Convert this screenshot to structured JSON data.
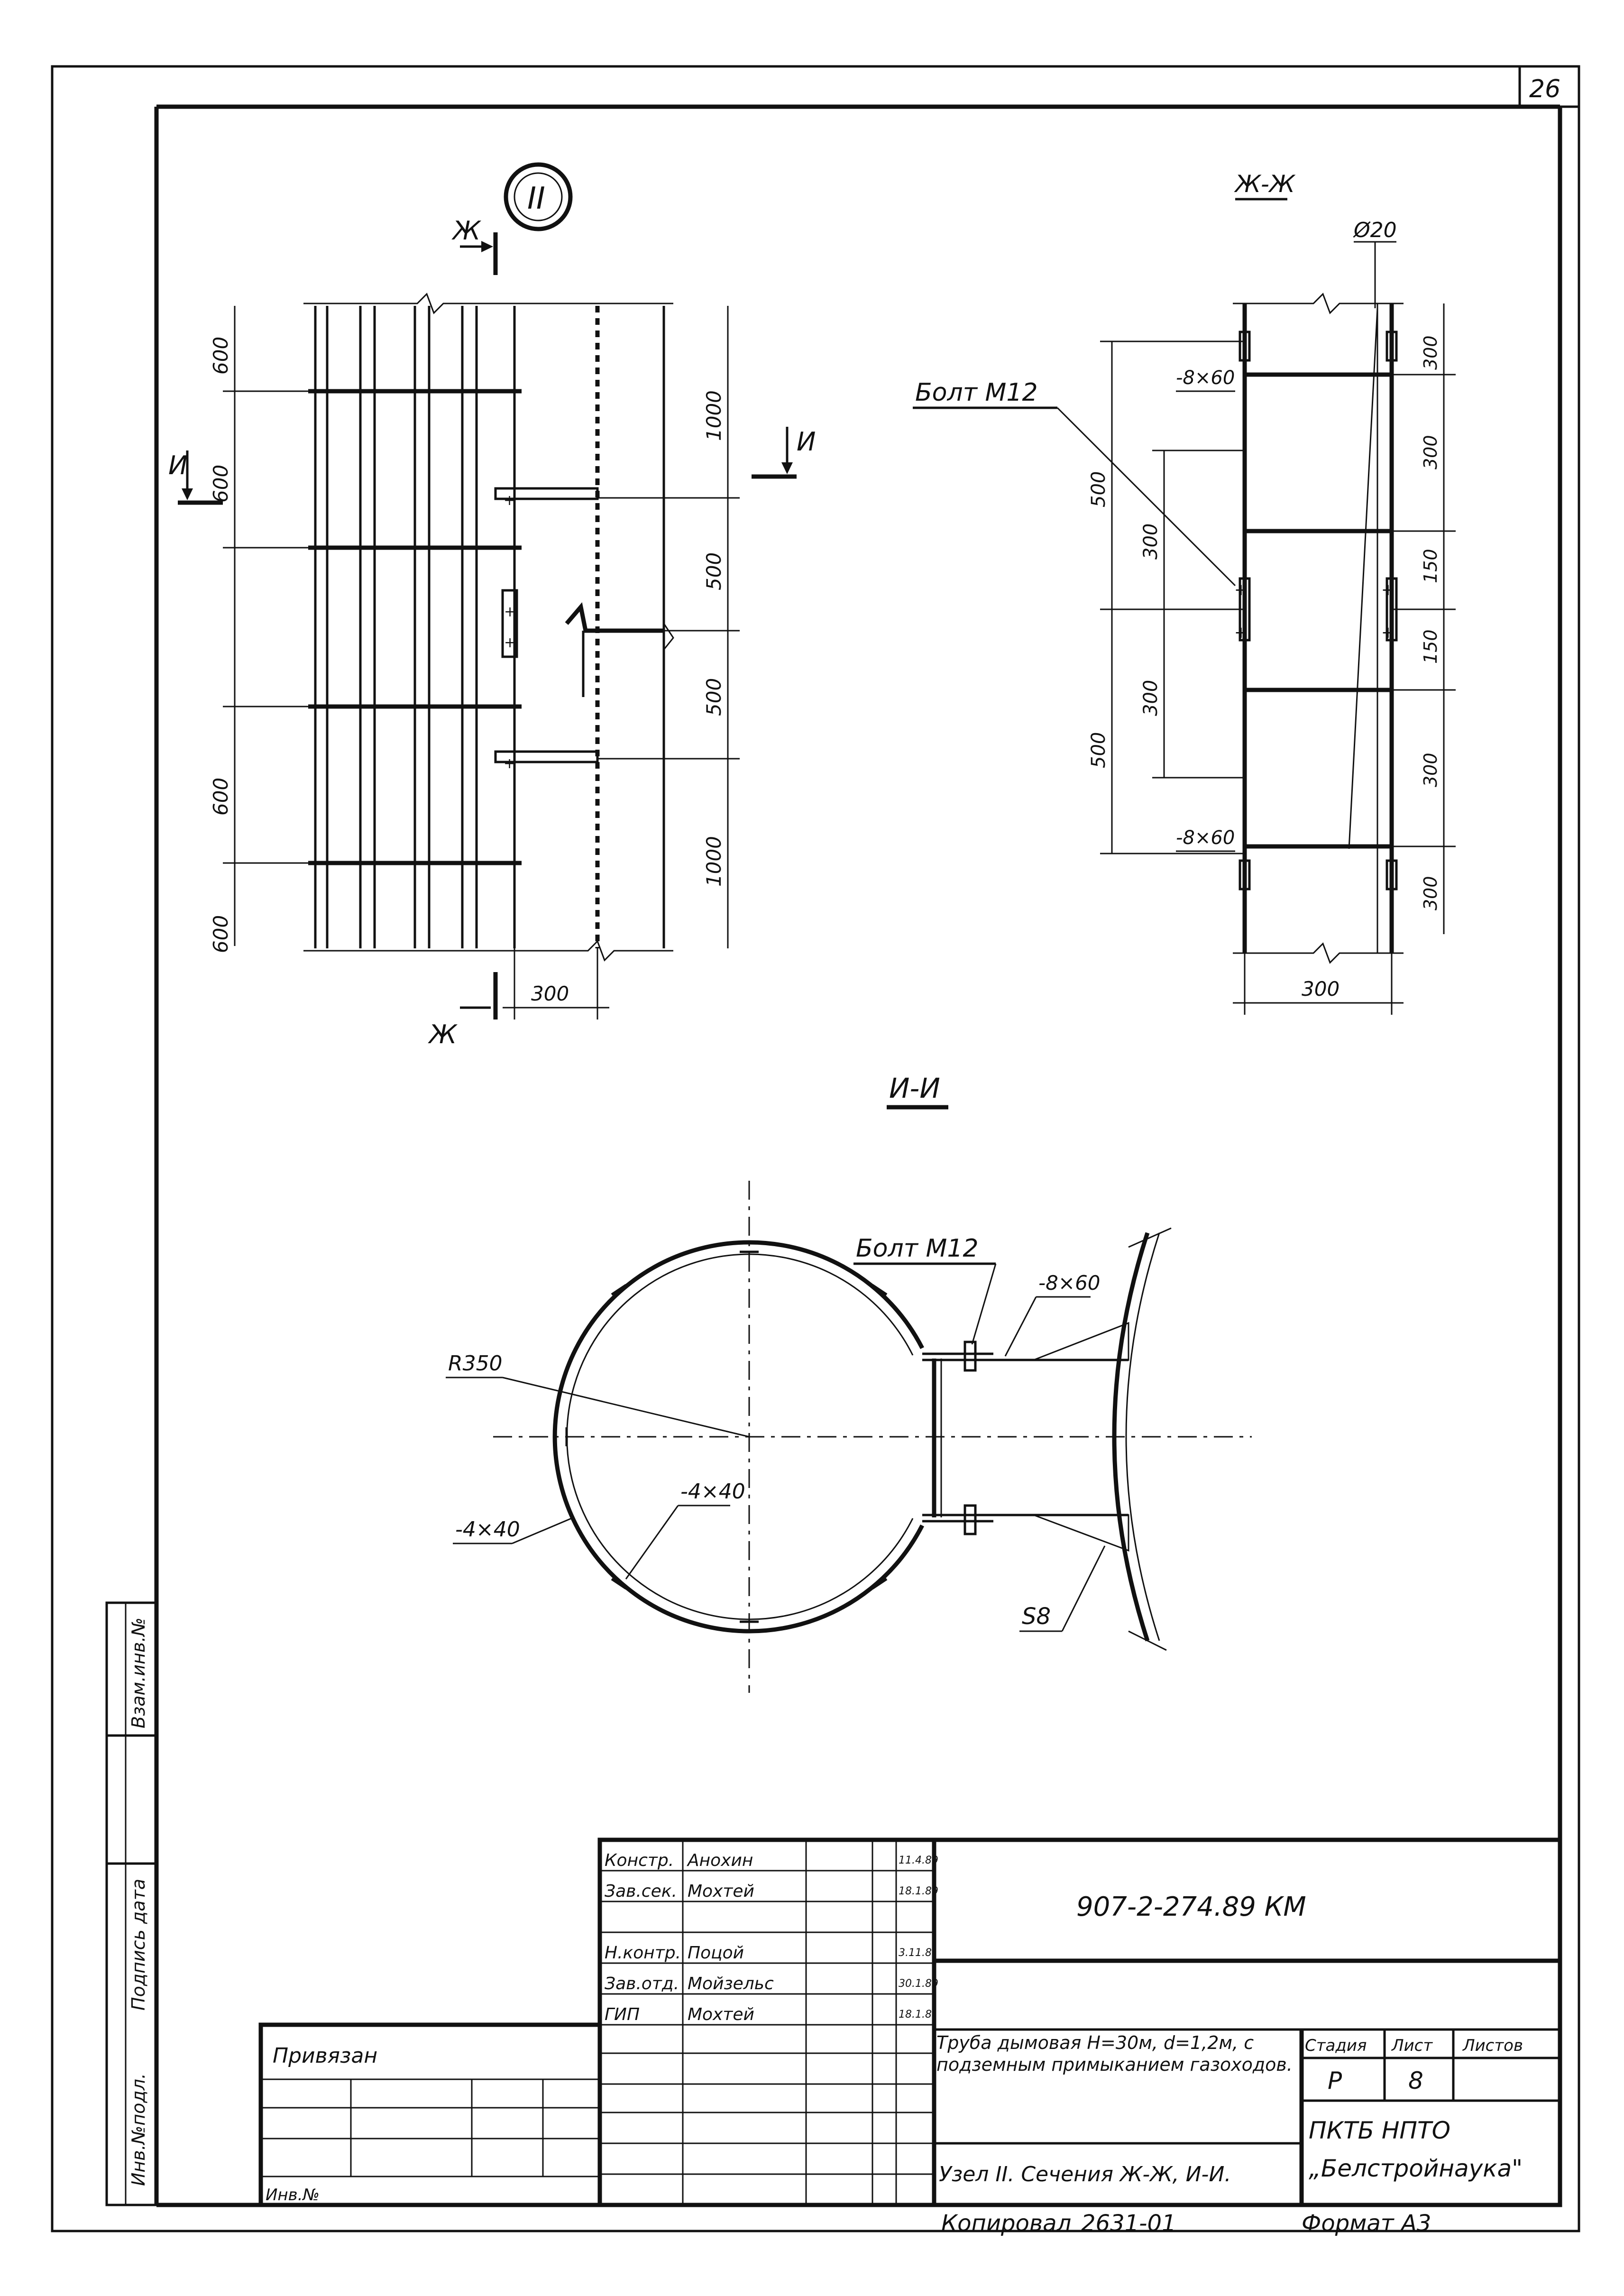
{
  "sheet_number": "26",
  "node_mark": "II",
  "section_marks": {
    "zh": "Ж",
    "i": "И"
  },
  "elevation_dims": {
    "left": [
      "600",
      "600",
      "600",
      "600"
    ],
    "right": [
      "1000",
      "500",
      "500",
      "1000"
    ],
    "bottom": "300"
  },
  "section_zh": {
    "title": "Ж-Ж",
    "diameter": "Ø20",
    "bolt": "Болт М12",
    "plate_top": "-8×60",
    "plate_bottom": "-8×60",
    "dims_left_outer": [
      "500",
      "500"
    ],
    "dims_left_inner": [
      "300",
      "300"
    ],
    "dims_right": [
      "300",
      "300",
      "150",
      "150",
      "300",
      "300"
    ],
    "bottom": "300"
  },
  "section_i": {
    "title": "И-И",
    "bolt": "Болт М12",
    "plate": "-8×60",
    "radius": "R350",
    "strip_outer": "-4×40",
    "strip_inner": "-4×40",
    "weld": "S8"
  },
  "title_block": {
    "code": "907-2-274.89 КМ",
    "roles": [
      "Констр.",
      "Зав.сек.",
      "",
      "Н.контр.",
      "Зав.отд.",
      "ГИП"
    ],
    "names": [
      "Анохин",
      "Мохтей",
      "",
      "Поцой",
      "Мойзельс",
      "Мохтей"
    ],
    "dates": [
      "11.4.89",
      "18.1.89",
      "",
      "3.11.8",
      "30.1.89",
      "18.1.8"
    ],
    "object": "Труба дымовая Н=30м, d=1,2м, с подземным примыканием газоходов.",
    "sheet_title": "Узел II. Сечения Ж-Ж, И-И.",
    "stage_label": "Стадия",
    "sheet_label": "Лист",
    "sheets_label": "Листов",
    "stage": "Р",
    "sheet": "8",
    "org_line1": "ПКТБ НПТО",
    "org_line2": "„Белстройнаука\"",
    "bound": "Привязан",
    "inv_no": "Инв.№"
  },
  "side_stamp": [
    "Инв.№подл.",
    "Подпись дата",
    "Взам.инв.№"
  ],
  "footer": {
    "copied": "Копировал",
    "copy_num": "2631-01",
    "format": "Формат А3"
  }
}
